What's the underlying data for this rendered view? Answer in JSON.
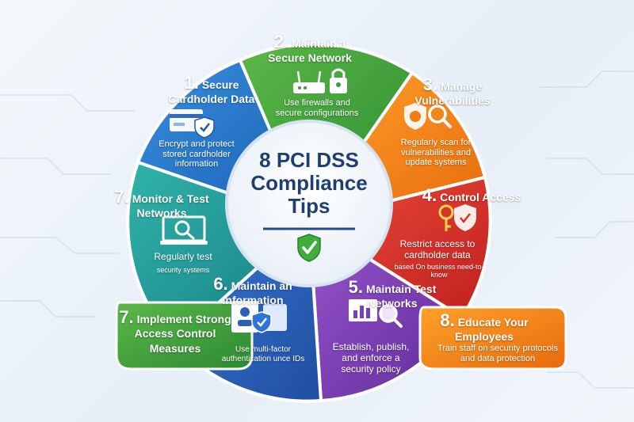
{
  "center": {
    "title_line1": "8 PCI DSS",
    "title_line2": "Compliance",
    "title_line3": "Tips"
  },
  "segments": [
    {
      "number": "1.",
      "title": "Secure Cardholder Data",
      "desc": "Encrypt and protect stored cardholder information",
      "color": "#1f73c9"
    },
    {
      "number": "2.",
      "title": "Maintain a Secure Network",
      "desc": "Use firewalls and secure configurations",
      "color": "#3c9a3a"
    },
    {
      "number": "3.",
      "title": "Manage Vulnerabilities",
      "desc": "Regularly scan for vulnerabilities and update systems",
      "color": "#f07c12"
    },
    {
      "number": "4.",
      "title": "Control Access",
      "desc": "Restrict access to cardholder data",
      "desc_small": "based On business need-to-know",
      "color": "#d9302a"
    },
    {
      "number": "5.",
      "title": "Maintain Test Networks",
      "desc": "Establish, publish, and enforce a security policy",
      "color": "#7a3fb0"
    },
    {
      "number": "6.",
      "title": "Maintain an Information",
      "desc": "",
      "color": "#2b5fb8"
    },
    {
      "number": "7.",
      "title": "Monitor & Test Networks",
      "desc": "Regularly test",
      "desc_small": "security systems",
      "color": "#1a9a96"
    },
    {
      "number": "7.",
      "title": "Implement Strong Access Control Measures",
      "desc": "Use multi-factor authentication unce IDs",
      "color": "#3f9f4a"
    },
    {
      "number": "8.",
      "title": "Educate Your Employees",
      "desc": "Train staff on security protocols and data protection",
      "color": "#f08a18"
    }
  ],
  "icons": [
    "credit-card-shield-icon",
    "router-lock-icon",
    "gear-magnifier-icon",
    "key-shield-icon",
    "chart-magnifier-icon",
    "id-badge-shield-icon",
    "laptop-magnifier-icon",
    "checkmark-shield-icon"
  ]
}
